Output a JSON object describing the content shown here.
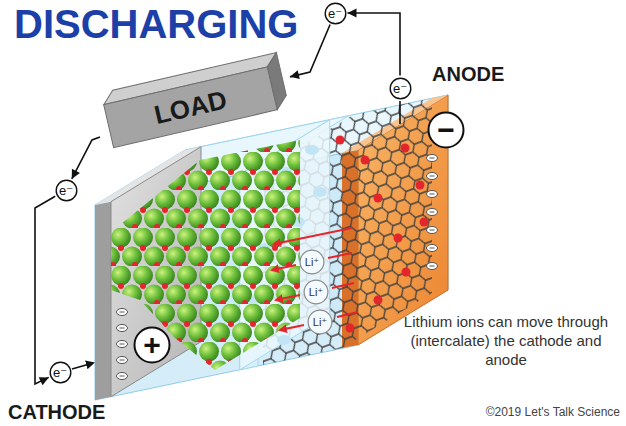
{
  "diagram": {
    "title": "DISCHARGING",
    "nodes": [
      {
        "text": [
          "e⁻"
        ]
      },
      {
        "text": [
          "e⁻"
        ]
      },
      {
        "text": [
          "LOAD"
        ]
      },
      {
        "text": [
          "−"
        ]
      },
      {
        "text": [
          "e⁻"
        ]
      },
      {
        "text": [
          "Li⁺"
        ]
      },
      {
        "text": [
          "Li⁺"
        ]
      },
      {
        "text": [
          "Li⁺"
        ]
      },
      {
        "text": [
          "+"
        ]
      },
      {
        "text": [
          "e⁻"
        ]
      }
    ],
    "edges": [
      {
        "from": 1,
        "to": 0,
        "arrow": "to"
      },
      {
        "from": 0,
        "to": 2,
        "arrow": "to"
      },
      {
        "from": 2,
        "to": 4,
        "arrow": "to"
      },
      {
        "from": 4,
        "to": 9,
        "arrow": "to"
      }
    ],
    "labels": [
      "ANODE",
      "CATHODE",
      "Lithium ions can move through (intercalate) the cathode and anode",
      "©2019 Let's Talk Science"
    ]
  }
}
